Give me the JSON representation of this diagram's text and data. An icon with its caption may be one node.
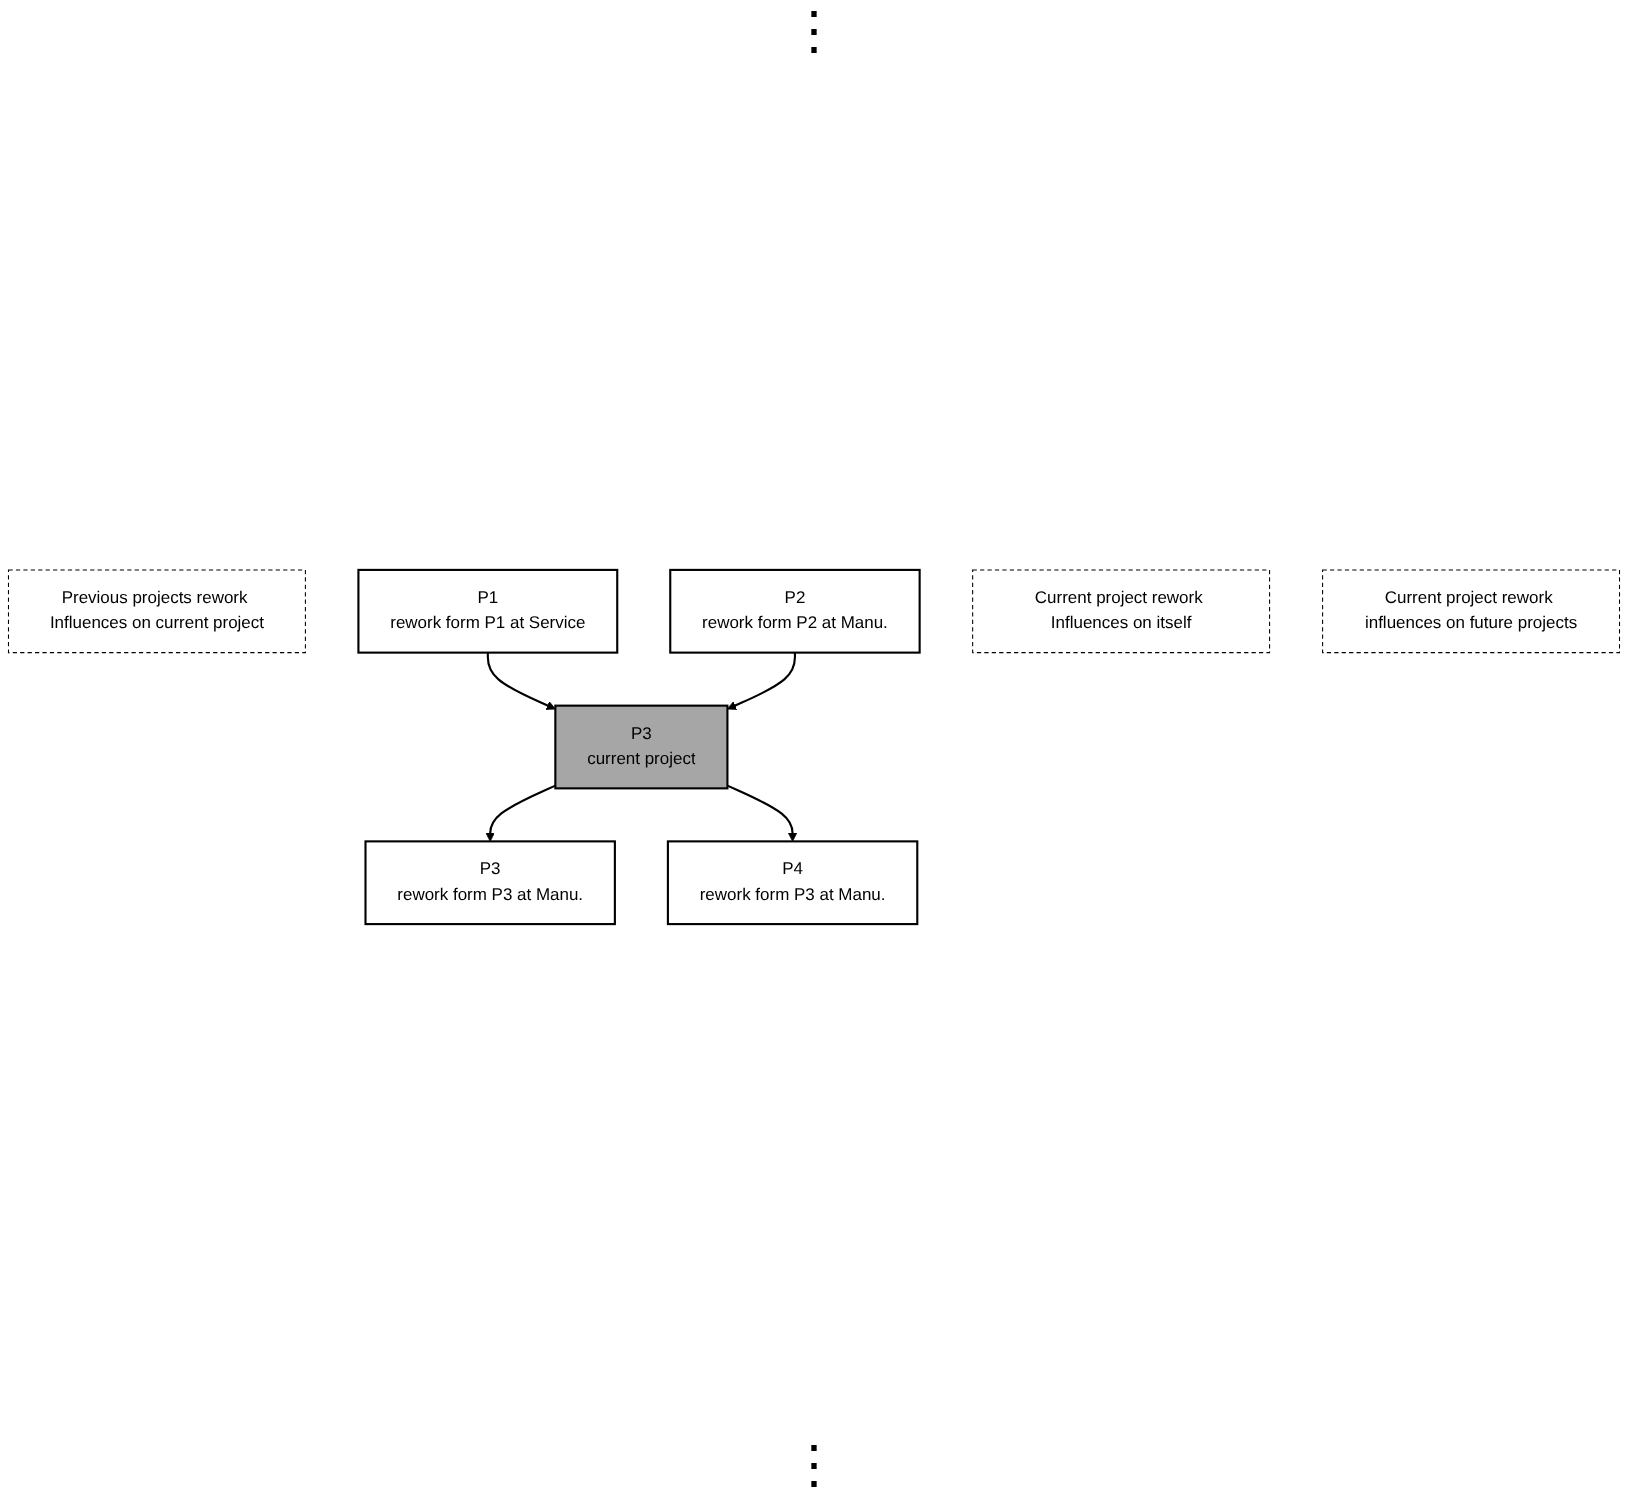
{
  "diagram": {
    "nodes": [
      {
        "text": [
          "Previous projects rework Influences on current project"
        ]
      },
      {
        "text": [
          "P1",
          "rework form P1 at Service"
        ]
      },
      {
        "text": [
          "P2",
          "rework form P2 at Manu."
        ]
      },
      {
        "text": [
          "Current project rework Influences on itself"
        ]
      },
      {
        "text": [
          "P3",
          "current project"
        ]
      },
      {
        "text": [
          "P3",
          "rework form P3 at Manu."
        ]
      },
      {
        "text": [
          "Current project rework influences on future projects"
        ]
      },
      {
        "text": [
          "P4",
          "rework form P3 at Manu."
        ]
      }
    ],
    "edges": [
      {
        "from": 1,
        "to": 4,
        "arrow": "to"
      },
      {
        "from": 2,
        "to": 4,
        "arrow": "to"
      },
      {
        "from": 4,
        "to": 5,
        "arrow": "to"
      },
      {
        "from": 4,
        "to": 7,
        "arrow": "to"
      }
    ],
    "labels": [
      "⋮",
      "⋮"
    ]
  }
}
